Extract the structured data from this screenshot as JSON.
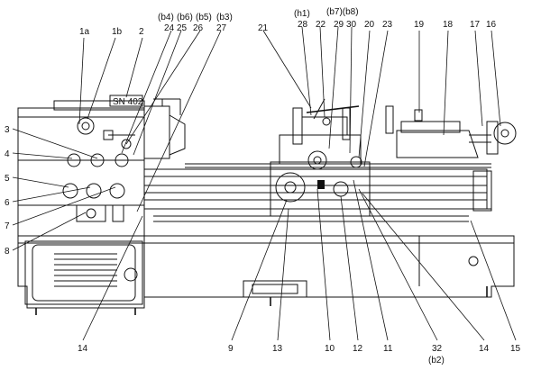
{
  "plate_text": "SN 402",
  "callouts": [
    {
      "id": "c1a",
      "label": "1a"
    },
    {
      "id": "c1b",
      "label": "1b"
    },
    {
      "id": "c2",
      "label": "2"
    },
    {
      "id": "cb4",
      "label": "(b4)"
    },
    {
      "id": "cb6",
      "label": "(b6)"
    },
    {
      "id": "cb5",
      "label": "(b5)"
    },
    {
      "id": "cb3",
      "label": "(b3)"
    },
    {
      "id": "c24",
      "label": "24"
    },
    {
      "id": "c25",
      "label": "25"
    },
    {
      "id": "c26",
      "label": "26"
    },
    {
      "id": "c27",
      "label": "27"
    },
    {
      "id": "c21",
      "label": "21"
    },
    {
      "id": "ch1",
      "label": "(h1)"
    },
    {
      "id": "c28",
      "label": "28"
    },
    {
      "id": "c22",
      "label": "22"
    },
    {
      "id": "cb7b8",
      "label": "(b7)(b8)"
    },
    {
      "id": "c29",
      "label": "29"
    },
    {
      "id": "c30",
      "label": "30"
    },
    {
      "id": "c20",
      "label": "20"
    },
    {
      "id": "c23",
      "label": "23"
    },
    {
      "id": "c19",
      "label": "19"
    },
    {
      "id": "c18",
      "label": "18"
    },
    {
      "id": "c17",
      "label": "17"
    },
    {
      "id": "c16",
      "label": "16"
    },
    {
      "id": "c3",
      "label": "3"
    },
    {
      "id": "c4",
      "label": "4"
    },
    {
      "id": "c5",
      "label": "5"
    },
    {
      "id": "c6",
      "label": "6"
    },
    {
      "id": "c7",
      "label": "7"
    },
    {
      "id": "c8",
      "label": "8"
    },
    {
      "id": "c14a",
      "label": "14"
    },
    {
      "id": "c9",
      "label": "9"
    },
    {
      "id": "c13",
      "label": "13"
    },
    {
      "id": "c10",
      "label": "10"
    },
    {
      "id": "c12",
      "label": "12"
    },
    {
      "id": "c11",
      "label": "11"
    },
    {
      "id": "c32",
      "label": "32"
    },
    {
      "id": "cb2",
      "label": "(b2)"
    },
    {
      "id": "c14b",
      "label": "14"
    },
    {
      "id": "c15",
      "label": "15"
    }
  ]
}
